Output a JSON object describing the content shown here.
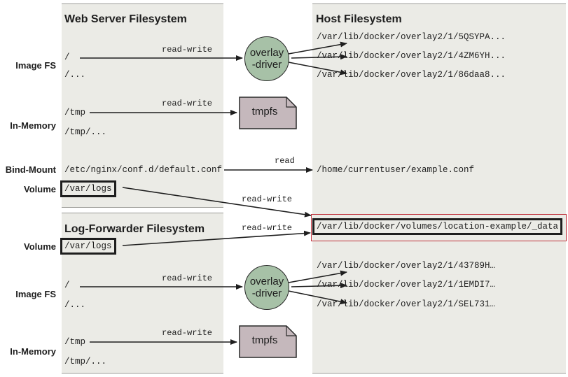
{
  "colors": {
    "panel": "#ebebe6",
    "driver_fill": "#a7c1a7",
    "tmpfs_fill": "#c5b8bc",
    "highlight_border": "#c0303a",
    "ink": "#1e1e1e"
  },
  "titles": {
    "web_server": "Web Server Filesystem",
    "host": "Host Filesystem",
    "log_forwarder": "Log-Forwarder Filesystem"
  },
  "row_labels": {
    "image_fs_1": "Image FS",
    "in_memory_1": "In-Memory",
    "bind_mount": "Bind-Mount",
    "volume_1": "Volume",
    "volume_2": "Volume",
    "image_fs_2": "Image FS",
    "in_memory_2": "In-Memory"
  },
  "web_server": {
    "root": "/",
    "root_more": "/...",
    "tmp": "/tmp",
    "tmp_more": "/tmp/...",
    "nginx_conf": "/etc/nginx/conf.d/default.conf",
    "logs": "/var/logs"
  },
  "log_forwarder": {
    "logs": "/var/logs",
    "root": "/",
    "root_more": "/...",
    "tmp": "/tmp",
    "tmp_more": "/tmp/..."
  },
  "host": {
    "overlay_web": [
      "/var/lib/docker/overlay2/1/5QSYPA...",
      "/var/lib/docker/overlay2/1/4ZM6YH...",
      "/var/lib/docker/overlay2/1/86daa8..."
    ],
    "example_conf": "/home/currentuser/example.conf",
    "volume_data": "/var/lib/docker/volumes/location-example/_data",
    "overlay_log": [
      "/var/lib/docker/overlay2/1/43789H…",
      "/var/lib/docker/overlay2/1/1EMDI7…",
      "/var/lib/docker/overlay2/1/SEL731…"
    ]
  },
  "arrow_labels": {
    "image_fs_1": "read-write",
    "in_memory_1": "read-write",
    "bind_mount": "read",
    "volume_1": "read-write",
    "volume_2": "read-write",
    "image_fs_2": "read-write",
    "in_memory_2": "read-write"
  },
  "drivers": {
    "overlay_1": {
      "line1": "overlay",
      "line2": "-driver"
    },
    "overlay_2": {
      "line1": "overlay",
      "line2": "-driver"
    }
  },
  "tmpfs": {
    "tmpfs_1": "tmpfs",
    "tmpfs_2": "tmpfs"
  }
}
